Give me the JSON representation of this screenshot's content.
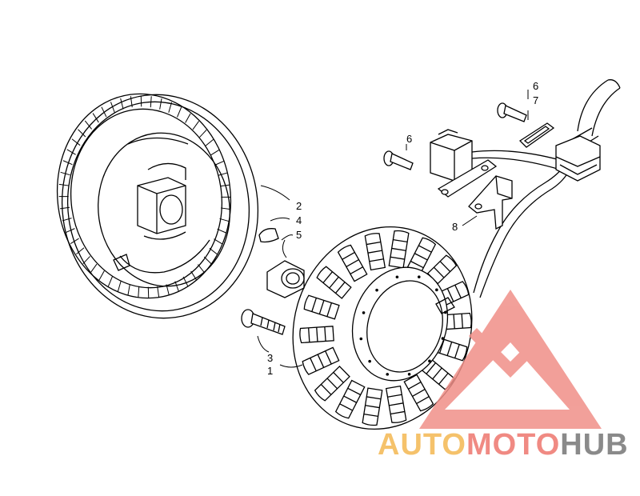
{
  "diagram": {
    "callouts": {
      "c2": "2",
      "c4": "4",
      "c5": "5",
      "c3": "3",
      "c1": "1",
      "c6a": "6",
      "c7": "7",
      "c6b": "6",
      "c8": "8"
    }
  },
  "watermark": {
    "part_auto": "AUTO",
    "part_moto": "MOTO",
    "part_hub": "HUB",
    "color_auto": "#f5c26b",
    "color_moto": "#f08a83",
    "color_hub": "#8a8a8a",
    "logo_color": "#f08f88"
  }
}
